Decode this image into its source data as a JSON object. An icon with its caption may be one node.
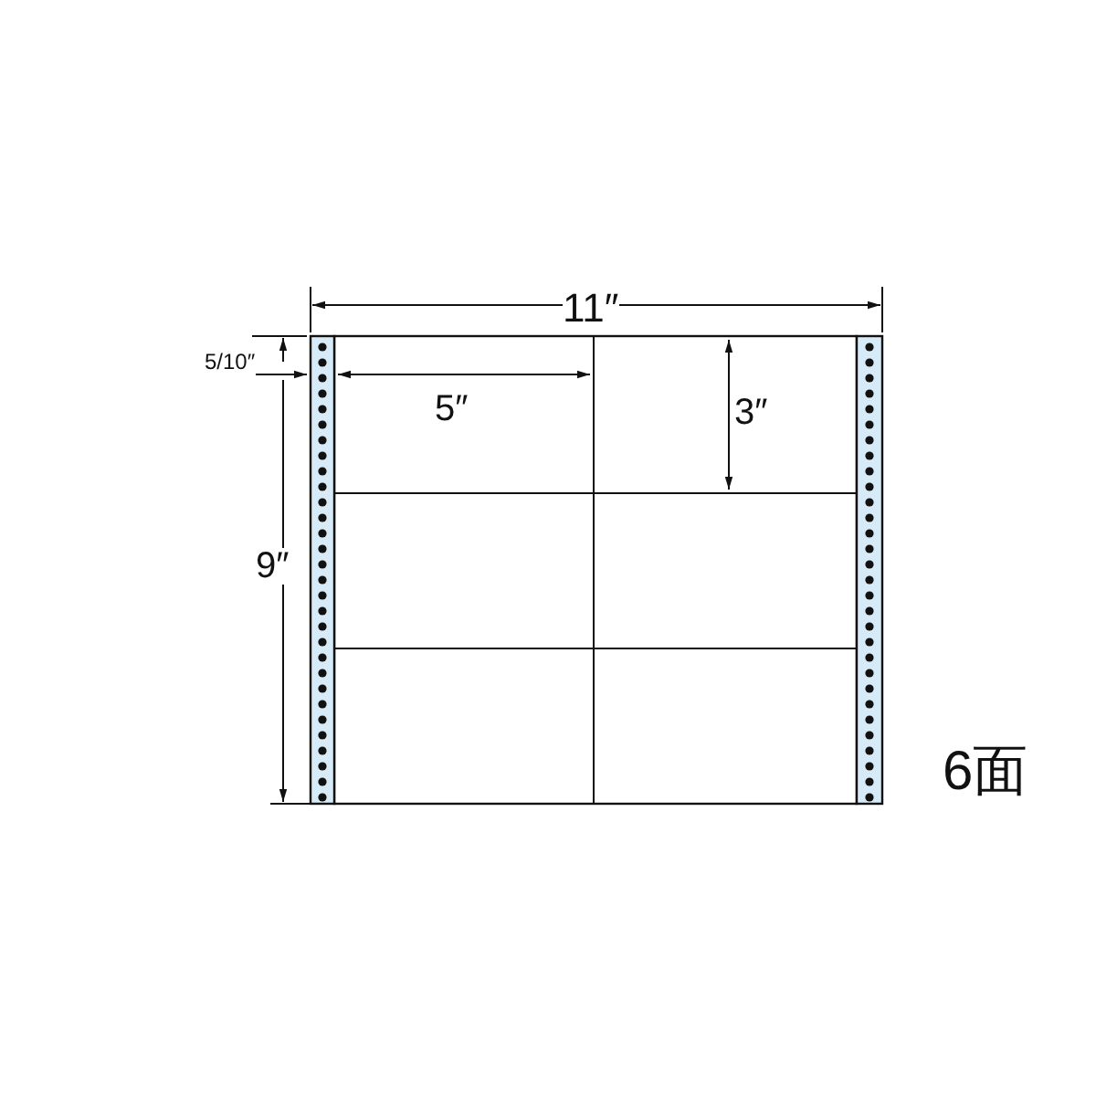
{
  "diagram": {
    "labels": [
      "11″",
      "5/10″",
      "5″",
      "3″",
      "9″",
      "6面"
    ]
  }
}
